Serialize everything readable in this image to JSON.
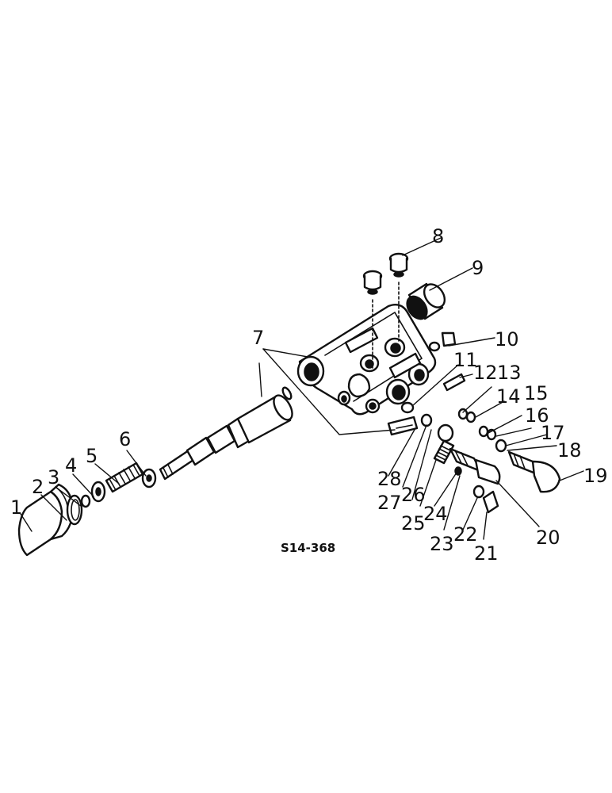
{
  "diagram": {
    "reference": "S14-368",
    "callouts": [
      "1",
      "2",
      "3",
      "4",
      "5",
      "6",
      "7",
      "8",
      "9",
      "10",
      "11",
      "12",
      "13",
      "14",
      "15",
      "16",
      "17",
      "18",
      "19",
      "20",
      "21",
      "22",
      "23",
      "24",
      "25",
      "26",
      "27",
      "28"
    ]
  }
}
